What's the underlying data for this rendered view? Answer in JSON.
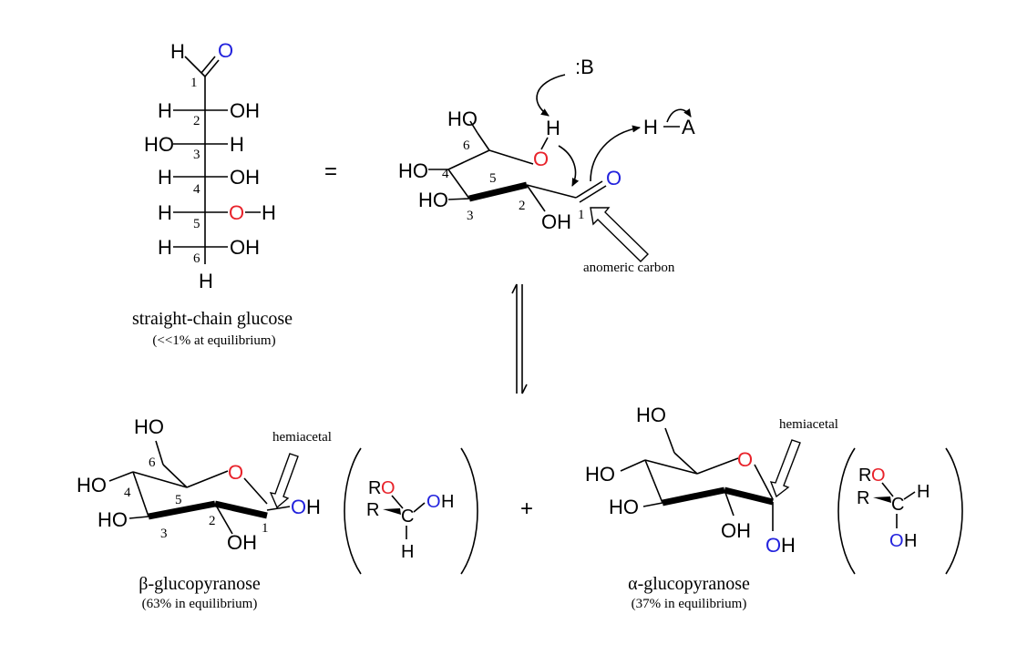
{
  "colors": {
    "ring_oxygen": "#e8222a",
    "anomeric_oxygen": "#2222dd"
  },
  "equals_sign": "=",
  "plus_sign": "+",
  "straight_chain": {
    "atoms": {
      "H": "H",
      "O": "O",
      "OH": "OH",
      "HO": "HO",
      "O_red": "O",
      "H_end": "H"
    },
    "carbon_numbers": [
      "1",
      "2",
      "3",
      "4",
      "5",
      "6"
    ],
    "caption": "straight-chain glucose",
    "subcaption": "(<<1% at equilibrium)"
  },
  "mechanism": {
    "base": ":B",
    "proton": "H",
    "acid_h": "H",
    "acid_a": "A",
    "label_ho6": "HO",
    "label_ho4": "HO",
    "label_ho3": "HO",
    "label_oh2": "OH",
    "ring_o": "O",
    "carbonyl_o": "O",
    "carbon_numbers": [
      "1",
      "2",
      "3",
      "4",
      "5",
      "6"
    ],
    "annotation": "anomeric carbon"
  },
  "beta": {
    "labels": {
      "ho6": "HO",
      "ho4": "HO",
      "ho3": "HO",
      "oh2": "OH",
      "ring_o": "O",
      "oh1_o": "O",
      "oh1_h": "H"
    },
    "carbon_numbers": [
      "1",
      "2",
      "3",
      "4",
      "5",
      "6"
    ],
    "annotation": "hemiacetal",
    "projection": {
      "R1": "R",
      "O": "O",
      "R2": "R",
      "C": "C",
      "OH_O": "O",
      "OH_H": "H",
      "H": "H"
    },
    "caption": "β-glucopyranose",
    "subcaption": "(63% in equilibrium)"
  },
  "alpha": {
    "labels": {
      "ho6": "HO",
      "ho4": "HO",
      "ho3": "HO",
      "oh2": "OH",
      "ring_o": "O",
      "oh1_o": "O",
      "oh1_h": "H"
    },
    "annotation": "hemiacetal",
    "projection": {
      "R1": "R",
      "O": "O",
      "R2": "R",
      "C": "C",
      "H": "H",
      "OH_O": "O",
      "OH_H": "H"
    },
    "caption": "α-glucopyranose",
    "subcaption": "(37% in equilibrium)"
  }
}
